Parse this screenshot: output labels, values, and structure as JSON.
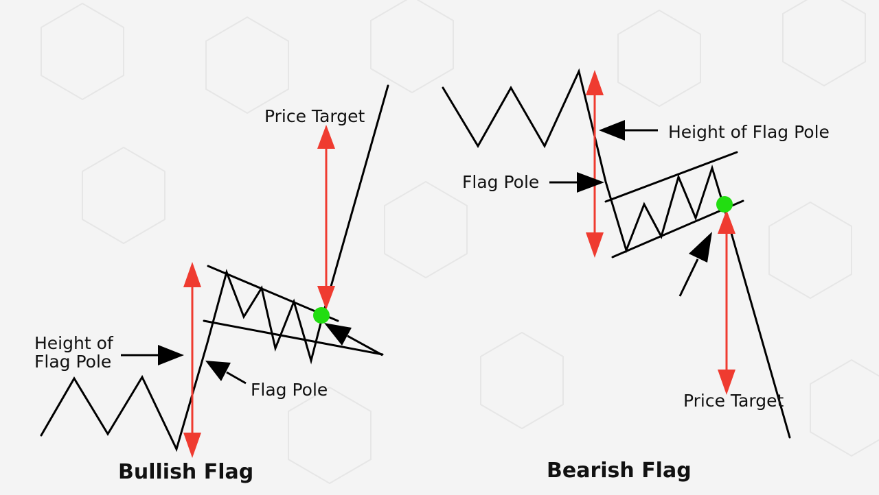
{
  "colors": {
    "background": "#f4f4f4",
    "line": "#000000",
    "measure_arrow": "#ef3b30",
    "breakout_point": "#22dd11"
  },
  "bullish": {
    "title": "Bullish Flag",
    "label_price_target": "Price Target",
    "label_height_line1": "Height of",
    "label_height_line2": "Flag Pole",
    "label_flag_pole": "Flag Pole"
  },
  "bearish": {
    "title": "Bearish Flag",
    "label_height": "Height of Flag Pole",
    "label_flag_pole": "Flag Pole",
    "label_price_target": "Price Target"
  }
}
